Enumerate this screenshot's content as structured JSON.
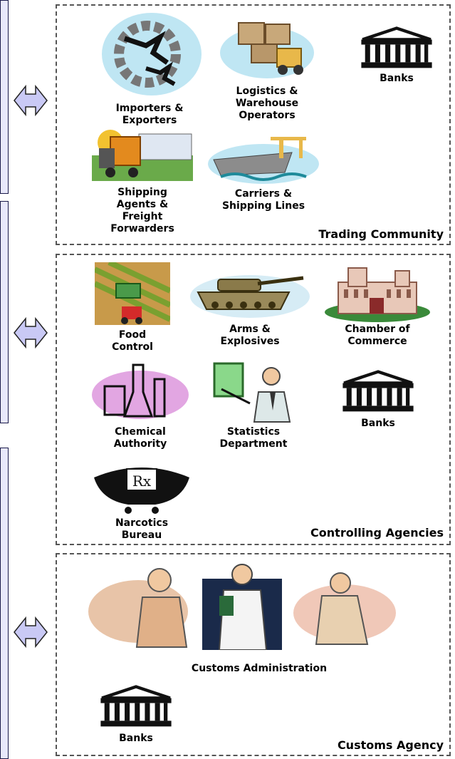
{
  "colors": {
    "accent": "#c9c9f5",
    "border": "#555555",
    "bank": "#111111"
  },
  "trading": {
    "title": "Trading Community",
    "items": {
      "importers": "Importers &\nExporters",
      "logistics": "Logistics &\nWarehouse\nOperators",
      "banks": "Banks",
      "shipping": "Shipping\nAgents &\nFreight\nForwarders",
      "carriers": "Carriers &\nShipping Lines"
    }
  },
  "controlling": {
    "title": "Controlling Agencies",
    "items": {
      "food": "Food\nControl",
      "arms": "Arms &\nExplosives",
      "chamber": "Chamber of\nCommerce",
      "chemical": "Chemical\nAuthority",
      "statistics": "Statistics\nDepartment",
      "banks": "Banks",
      "narcotics": "Narcotics\nBureau"
    }
  },
  "customs": {
    "title": "Customs Agency",
    "items": {
      "administration": "Customs Administration",
      "banks": "Banks"
    }
  }
}
